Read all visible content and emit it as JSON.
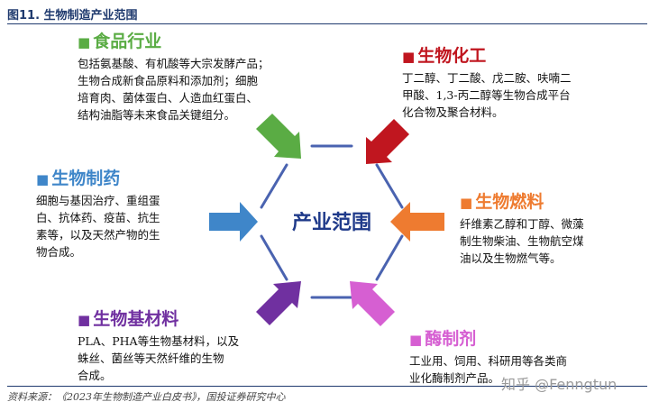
{
  "figure_title": "图11. 生物制造产业范围",
  "center_label": "产业范围",
  "categories": {
    "food": {
      "title": "食品行业",
      "marker": "■",
      "color": "#5aac44",
      "desc": [
        "包括氨基酸、有机酸等大宗发酵产品；",
        "生物合成新食品原料和添加剂；细胞",
        "培育肉、菌体蛋白、人造血红蛋白、",
        "结构油脂等未来食品关键组分。"
      ]
    },
    "chem": {
      "title": "生物化工",
      "marker": "■",
      "color": "#c0161f",
      "desc": [
        "丁二醇、丁二酸、戊二胺、呋喃二",
        "甲酸、1,3-丙二醇等生物合成平台",
        "化合物及聚合材料。"
      ]
    },
    "drug": {
      "title": "生物制药",
      "marker": "■",
      "color": "#3f86c9",
      "desc": [
        "细胞与基因治疗、重组蛋",
        "白、抗体药、疫苗、抗生",
        "素等，以及天然产物的生",
        "物合成。"
      ]
    },
    "fuel": {
      "title": "生物燃料",
      "marker": "■",
      "color": "#ee7b30",
      "desc": [
        "纤维素乙醇和丁醇、微藻",
        "制生物柴油、生物航空煤",
        "油以及生物燃气等。"
      ]
    },
    "mat": {
      "title": "生物基材料",
      "marker": "■",
      "color": "#7030a0",
      "desc": [
        "PLA、PHA等生物基材料，以及",
        "蛛丝、菌丝等天然纤维的生物",
        "合成。"
      ]
    },
    "enz": {
      "title": "酶制剂",
      "marker": "■",
      "color": "#d65fd2",
      "desc": [
        "工业用、饲用、科研用等各类商",
        "业化酶制剂产品。"
      ]
    }
  },
  "source_note": "资料来源：《2023年生物制造产业白皮书》，国投证券研究中心",
  "watermark": "知乎 @Fenngtun",
  "colors": {
    "title_blue": "#1f3a6e",
    "hex_line": "#4a63b0",
    "center_text": "#1f3a8a"
  }
}
